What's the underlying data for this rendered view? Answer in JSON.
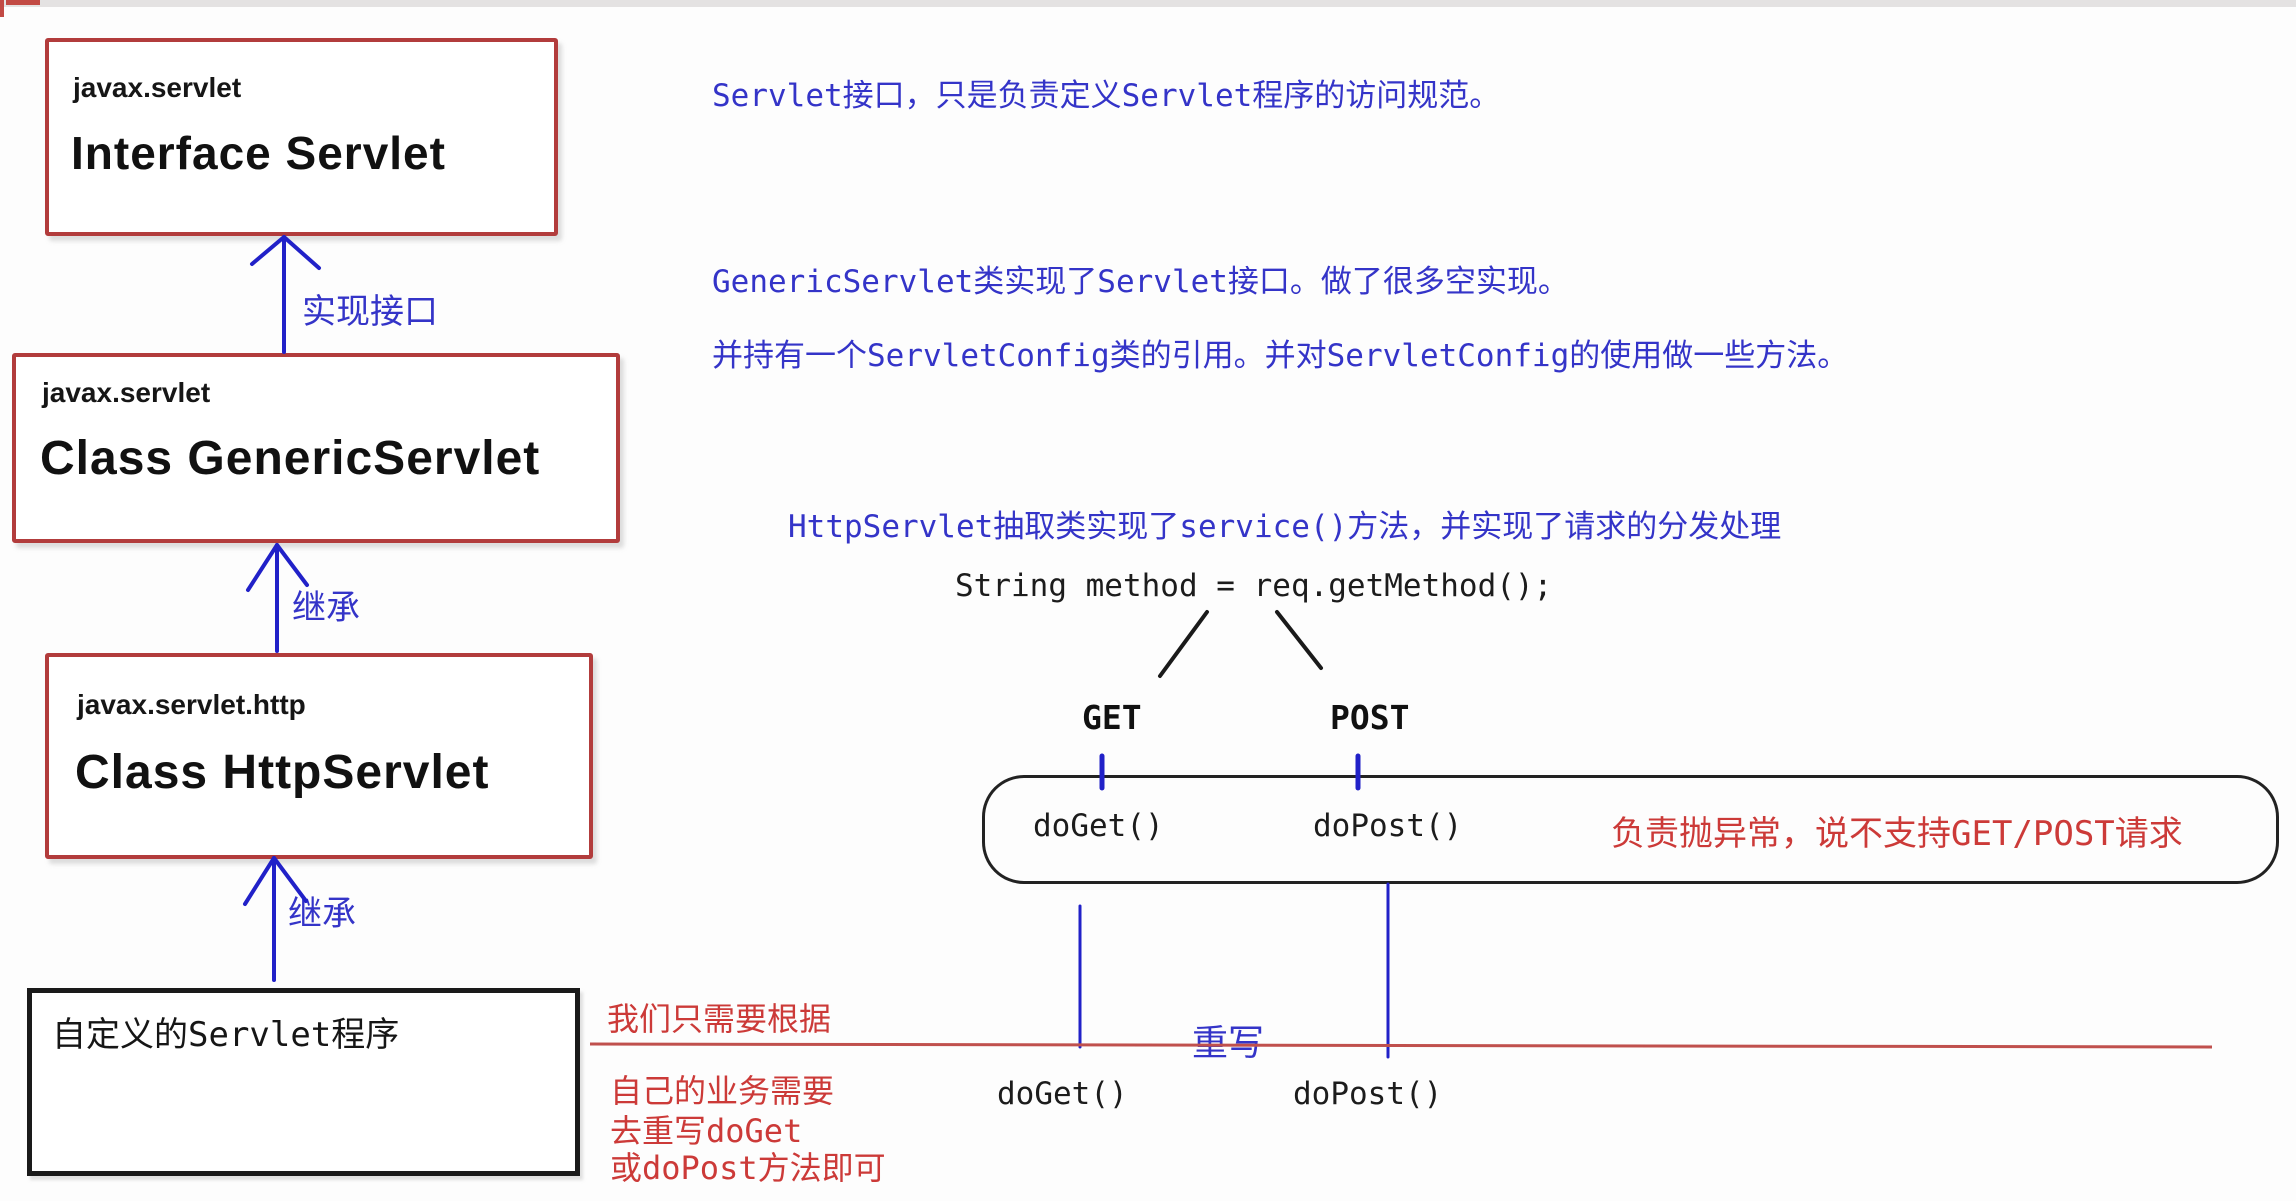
{
  "diagram": {
    "boxes": {
      "interface_servlet": {
        "package": "javax.servlet",
        "title": "Interface Servlet"
      },
      "generic_servlet": {
        "package": "javax.servlet",
        "title": "Class GenericServlet"
      },
      "http_servlet": {
        "package": "javax.servlet.http",
        "title": "Class HttpServlet"
      },
      "custom_servlet": {
        "title": "自定义的Servlet程序"
      }
    },
    "arrow_labels": {
      "implements": "实现接口",
      "inherit_1": "继承",
      "inherit_2": "继承"
    },
    "notes": {
      "servlet_interface": "Servlet接口，只是负责定义Servlet程序的访问规范。",
      "generic_servlet_1": "GenericServlet类实现了Servlet接口。做了很多空实现。",
      "generic_servlet_2": "并持有一个ServletConfig类的引用。并对ServletConfig的使用做一些方法。",
      "http_servlet": "HttpServlet抽取类实现了service()方法，并实现了请求的分发处理",
      "code": "String method = req.getMethod();",
      "throws_note": "负责抛异常，说不支持GET/POST请求",
      "override": "重写",
      "custom_1": "我们只需要根据",
      "custom_2": "自己的业务需要",
      "custom_3": "去重写doGet",
      "custom_4": "或doPost方法即可"
    },
    "methods": {
      "get": "GET",
      "post": "POST",
      "do_get": "doGet()",
      "do_post": "doPost()",
      "do_get_override": "doGet()",
      "do_post_override": "doPost()"
    },
    "colors": {
      "blue": "#3434c8",
      "blue_line": "#2121c8",
      "red_text": "#cc3a38",
      "red_border": "#b23c3c",
      "red_line": "#c0504d",
      "black_border": "#1a1a1a"
    }
  }
}
